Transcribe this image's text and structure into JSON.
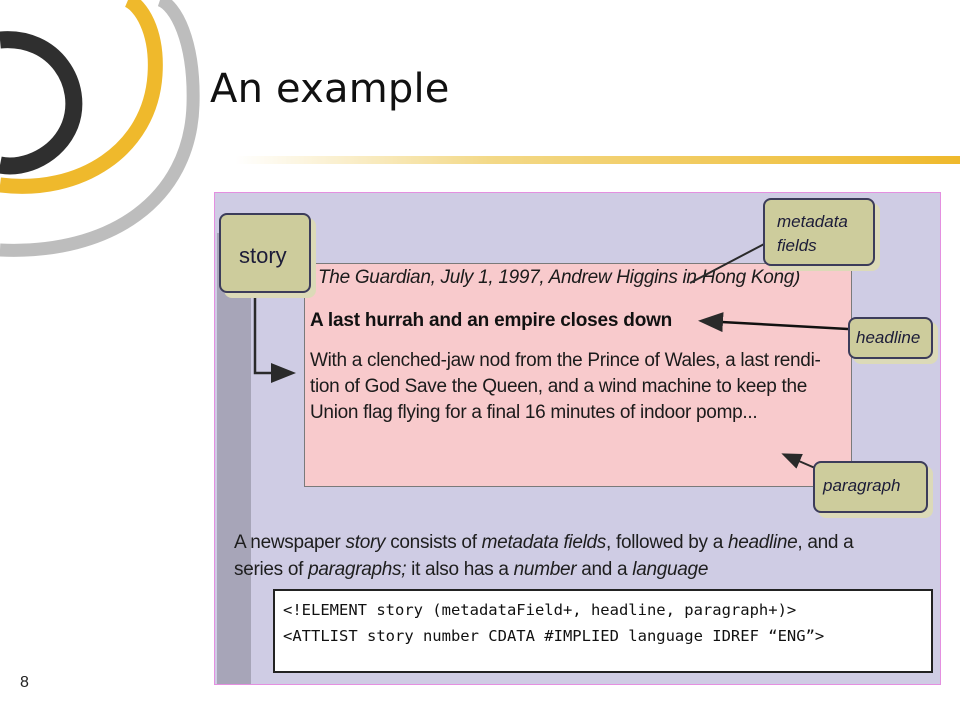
{
  "slide": {
    "title": "An example",
    "page_number": "8"
  },
  "figure": {
    "callouts": {
      "story": "story",
      "metadata_line1": "metadata",
      "metadata_line2": "fields",
      "headline": "headline",
      "paragraph": "paragraph"
    },
    "article": {
      "metadata": "The Guardian, July 1, 1997, Andrew Higgins in Hong Kong)",
      "headline": "A last hurrah and an empire closes down",
      "paragraph_lines": [
        "With a clenched-jaw nod from the Prince of Wales, a last rendi-",
        "tion of God Save the Queen, and a wind machine to keep the",
        "Union flag flying for a final 16 minutes of indoor pomp..."
      ]
    },
    "caption": {
      "line1_a": "A newspaper ",
      "line1_b": "story",
      "line1_c": " consists of ",
      "line1_d": "metadata fields",
      "line1_e": ", followed by a ",
      "line1_f": "headline",
      "line1_g": ", and a",
      "line2_a": "series of ",
      "line2_b": "paragraphs;",
      "line2_c": " it also has a ",
      "line2_d": "number",
      "line2_e": " and a ",
      "line2_f": "language"
    },
    "code": [
      "<!ELEMENT story (metadataField+, headline, paragraph+)>",
      "<ATTLIST story number CDATA #IMPLIED language IDREF “ENG”>"
    ]
  },
  "colors": {
    "figure_background": "#cfcce4",
    "article_panel": "#f8cacc",
    "callout_fill": "#cdcc9c",
    "accent_gold": "#efb92c",
    "deco_dark": "#2f2f2f",
    "deco_gray": "#b4b4b4"
  }
}
